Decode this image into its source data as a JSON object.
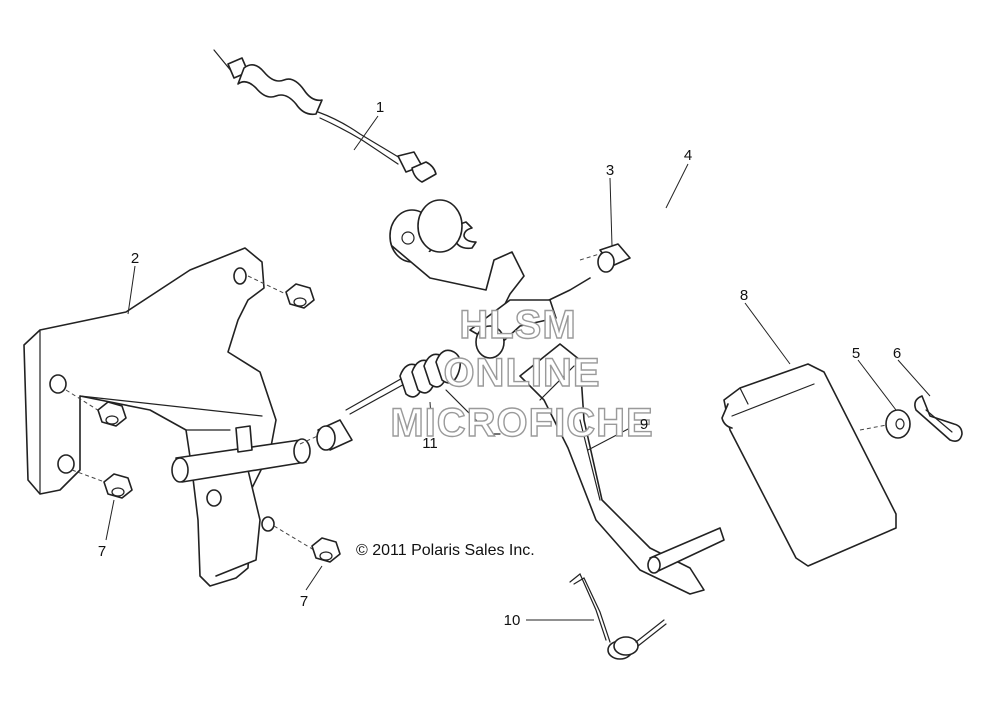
{
  "diagram": {
    "callouts": [
      "1",
      "2",
      "3",
      "4",
      "5",
      "6",
      "7",
      "7",
      "8",
      "9",
      "10",
      "11"
    ],
    "copyright": "© 2011 Polaris Sales Inc.",
    "watermark": [
      "HLSM",
      "ONLINE",
      "MICROFICHE"
    ]
  }
}
